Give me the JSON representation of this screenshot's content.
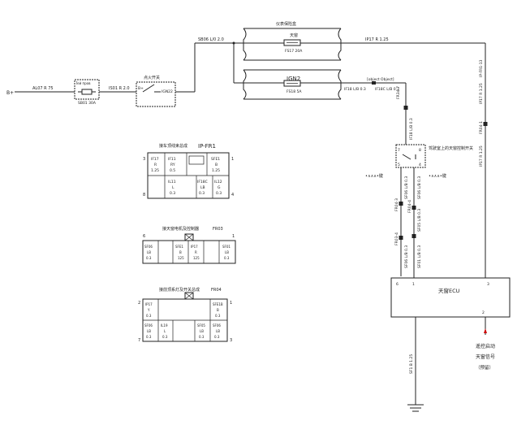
{
  "battery": {
    "terminal": "B+"
  },
  "wire_main_a": "AL07 R 75",
  "fuse_main": {
    "title": "Їей пров",
    "code": "SB01 30A"
  },
  "wire_main_b": "IS01 R 2.0",
  "ign_switch": {
    "title": "点火开关",
    "left_pin": "B+",
    "right_pin": "IGN2",
    "num": "2"
  },
  "wire_trunk": "SB06 L/0 2.0",
  "fusebox_top": {
    "title": "仪表保险盒",
    "fuse_label": "天窗",
    "fuse_code": "FS17 20A"
  },
  "wire_ip17": "IP17 R 1.25",
  "fusebox_bottom": {
    "fuse_label": "IGN2",
    "fuse_code": "FS18 5A"
  },
  "wire_if18": "IF18 L/B 0.3",
  "wire_if18c": "IF18C L/B 0.3",
  "conn_fr03": {
    "title": "接天窗电机及控制器",
    "code": "FR03",
    "left_num": "6",
    "right_num": "1",
    "cells": [
      {
        "id": "SF06",
        "c": "LB",
        "s": "0.3"
      },
      {
        "id": "",
        "c": "",
        "s": ""
      },
      {
        "id": "SFE1",
        "c": "B",
        "s": "125"
      },
      {
        "id": "IP17",
        "c": "R",
        "s": "125"
      },
      {
        "id": "",
        "c": "",
        "s": ""
      },
      {
        "id": "SF01",
        "c": "LB",
        "s": "0.3"
      }
    ]
  },
  "wire_fr34": "FR34-7",
  "wire_if18b": "IF18 L/B 0.3",
  "right_wires": {
    "a": "IP-FR1-13",
    "b": "IP17 R 1.25",
    "c": "FR04-1",
    "d": "IP17 R 1.25"
  },
  "switch_box": {
    "title": "驾驶室上的天窗控制开关",
    "pins_top": [
      "7",
      "8"
    ],
    "pins_bottom": [
      "5",
      "4"
    ],
    "left_sym": "•∧∧∧•键",
    "right_sym": "•∧∧∧•键"
  },
  "mid_wires": {
    "a": "FR04-3",
    "b": "SF06 L/B 0.3",
    "c": "FR04-4",
    "d": "SF06 L/B 0.3",
    "e": "SF05 L/B 0.3",
    "f": "FR03-4",
    "g": "SF06 L/B 0.3",
    "h": "SF01 L/B 0.3"
  },
  "ecu": {
    "title": "天窗ECU",
    "pin_l": "6",
    "pin_m": "1",
    "pin_r": "3",
    "pin_b": "2"
  },
  "ground_wire": "SF1 B 1.25",
  "remote_note": [
    "遥控启动",
    "天窗信号",
    "（预留）"
  ],
  "conn_fr1": {
    "title": "接车顶线束总成",
    "code": "IP-FR1",
    "row_top_num": "3",
    "row_bottom_num": "8",
    "right_top_num": "1",
    "right_bottom_num": "4",
    "cells_top": [
      {
        "id": "IF17",
        "c": "R",
        "s": "1.25"
      },
      {
        "id": "IF11",
        "c": "RY",
        "s": "0.5"
      },
      {
        "id": "",
        "c": "",
        "s": ""
      },
      {
        "id": "SFE1",
        "c": "B",
        "s": "1.25"
      }
    ],
    "cells_bottom": [
      {
        "id": "IL11",
        "c": "L",
        "s": "0.3"
      },
      {
        "id": "IF18C",
        "c": "LB",
        "s": "0.3"
      },
      {
        "id": "IL12",
        "c": "G",
        "s": "0.3"
      }
    ]
  },
  "conn_fr04": {
    "title": "接前顶系灯及开关总成",
    "code": "FR04",
    "top_left": "2",
    "top_right": "1",
    "bot_left": "7",
    "bot_right": "3",
    "cells_top": [
      {
        "id": "IP17",
        "c": "Y",
        "s": "0.3"
      },
      {
        "id": "SFE1B",
        "c": "B",
        "s": "0.3"
      }
    ],
    "cells_bottom": [
      {
        "id": "SF06",
        "c": "LB",
        "s": "0.3"
      },
      {
        "id": "IL19",
        "c": "L",
        "s": "0.3"
      },
      {
        "id": "SF05",
        "c": "LB",
        "s": "0.3"
      },
      {
        "id": "SF06",
        "c": "LB",
        "s": "0.3"
      }
    ]
  }
}
